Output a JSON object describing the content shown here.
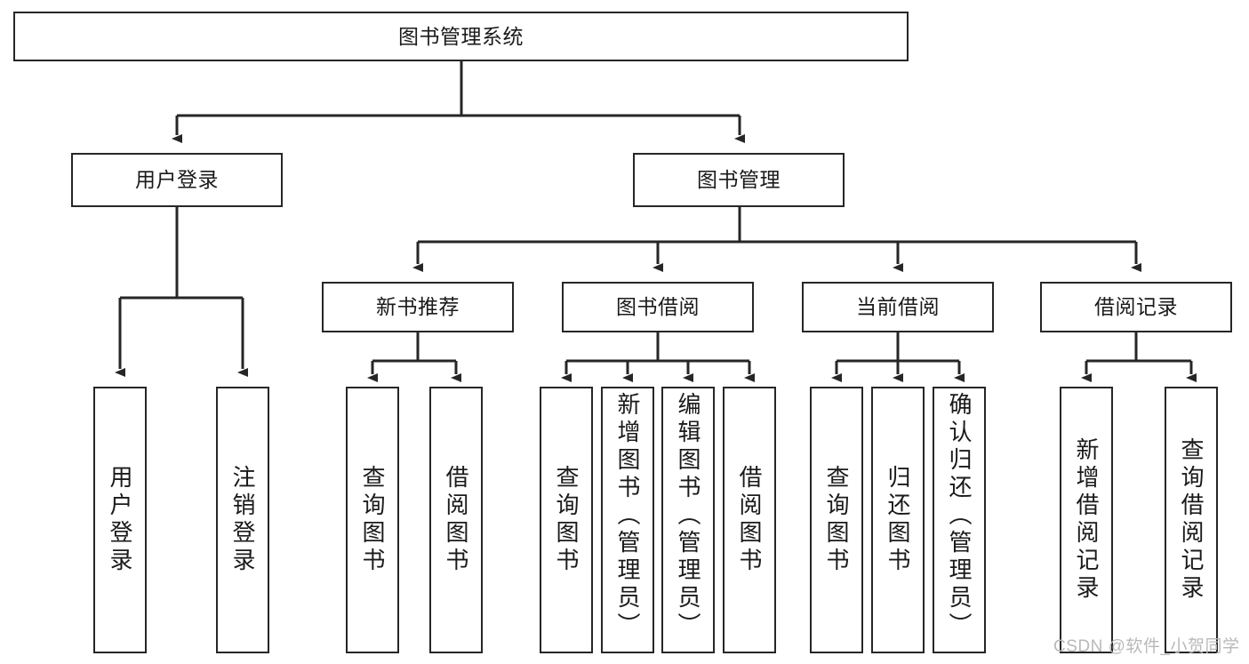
{
  "diagram": {
    "title": "图书管理系统",
    "type": "hierarchy-tree",
    "watermark": "CSDN @软件_小贺同学",
    "colors": {
      "stroke": "#262626",
      "background": "#ffffff",
      "text": "#1a1a1a",
      "watermark": "#b9b9b9"
    },
    "levels": {
      "root": {
        "label": "图书管理系统"
      },
      "level1": [
        {
          "label": "用户登录"
        },
        {
          "label": "图书管理"
        }
      ],
      "level2": [
        {
          "label": "新书推荐"
        },
        {
          "label": "图书借阅"
        },
        {
          "label": "当前借阅"
        },
        {
          "label": "借阅记录"
        }
      ],
      "leaves": {
        "user_login": [
          {
            "label": "用户登录"
          },
          {
            "label": "注销登录"
          }
        ],
        "new_book_recommend": [
          {
            "label": "查询图书"
          },
          {
            "label": "借阅图书"
          }
        ],
        "book_borrow": [
          {
            "label": "查询图书"
          },
          {
            "label": "新增图书（管理员）"
          },
          {
            "label": "编辑图书（管理员）"
          },
          {
            "label": "借阅图书"
          }
        ],
        "current_borrow": [
          {
            "label": "查询图书"
          },
          {
            "label": "归还图书"
          },
          {
            "label": "确认归还（管理员）"
          }
        ],
        "borrow_record": [
          {
            "label": "新增借阅记录"
          },
          {
            "label": "查询借阅记录"
          }
        ]
      }
    }
  }
}
